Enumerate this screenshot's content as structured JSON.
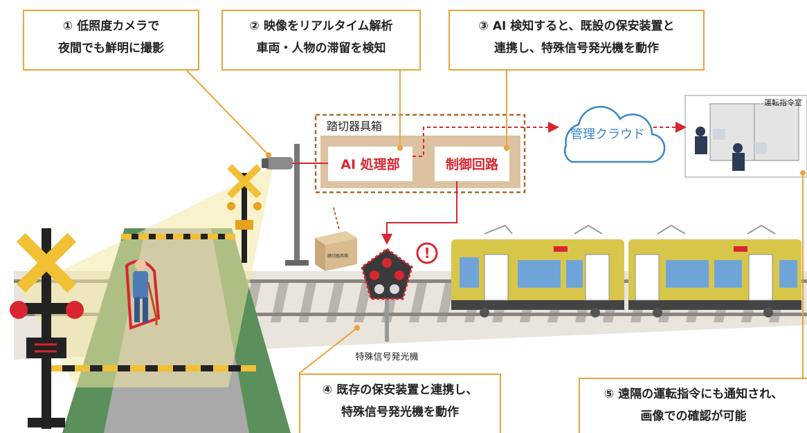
{
  "callouts": [
    {
      "num": "①",
      "line1": "低照度カメラで",
      "line2": "夜間でも鮮明に撮影"
    },
    {
      "num": "②",
      "line1": "映像をリアルタイム解析",
      "line2": "車両・人物の滞留を検知"
    },
    {
      "num": "③",
      "line1": "AI 検知すると、既設の保安装置と",
      "line2": "連携し、特殊信号発光機を動作"
    },
    {
      "num": "④",
      "line1": "既存の保安装置と連携し、",
      "line2": "特殊信号発光機を動作"
    },
    {
      "num": "⑤",
      "line1": "遠隔の運転指令にも通知され、",
      "line2": "画像での確認が可能"
    }
  ],
  "equipment_box": {
    "title": "踏切器具箱",
    "ai_unit": "AI 処理部",
    "control_unit": "制御回路",
    "box_label": "踏切器具箱"
  },
  "cloud_label": "管理クラウド",
  "control_room_label": "運転指令室",
  "signal_label": "特殊信号発光機",
  "alert_symbol": "!",
  "colors": {
    "callout_border": "#e8a43a",
    "signal_red": "#d9252f",
    "cloud_blue": "#3a86c8",
    "train_yellow": "#d8c64a",
    "window_blue": "#6fa4d8",
    "equipment_panel": "#dcc2a0"
  }
}
